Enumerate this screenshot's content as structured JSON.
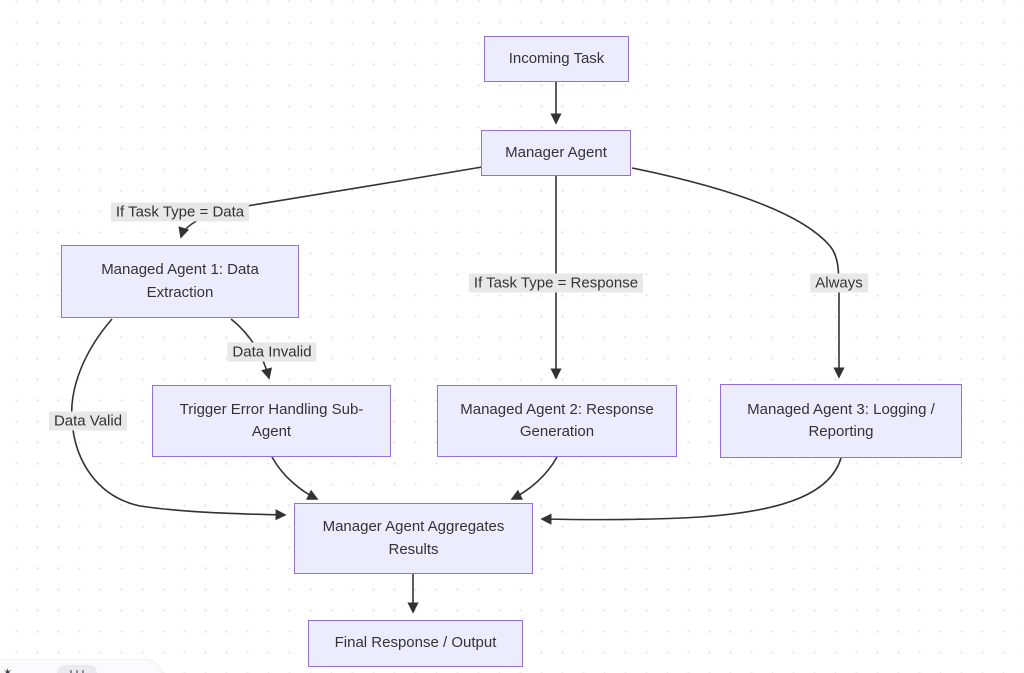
{
  "diagram": {
    "nodes": {
      "incoming_task": {
        "label": "Incoming Task"
      },
      "manager_agent": {
        "label": "Manager Agent"
      },
      "managed_agent_1": {
        "label": "Managed Agent 1: Data Extraction"
      },
      "trigger_error": {
        "label": "Trigger Error Handling Sub-Agent"
      },
      "managed_agent_2": {
        "label": "Managed Agent 2: Response Generation"
      },
      "managed_agent_3": {
        "label": "Managed Agent 3: Logging / Reporting"
      },
      "aggregates": {
        "label": "Manager Agent Aggregates Results"
      },
      "final_output": {
        "label": "Final Response / Output"
      }
    },
    "edges": [
      {
        "from": "incoming_task",
        "to": "manager_agent",
        "label": ""
      },
      {
        "from": "manager_agent",
        "to": "managed_agent_1",
        "label": "If Task Type = Data"
      },
      {
        "from": "manager_agent",
        "to": "managed_agent_2",
        "label": "If Task Type = Response"
      },
      {
        "from": "manager_agent",
        "to": "managed_agent_3",
        "label": "Always"
      },
      {
        "from": "managed_agent_1",
        "to": "aggregates",
        "label": "Data Valid"
      },
      {
        "from": "managed_agent_1",
        "to": "trigger_error",
        "label": "Data Invalid"
      },
      {
        "from": "trigger_error",
        "to": "aggregates",
        "label": ""
      },
      {
        "from": "managed_agent_2",
        "to": "aggregates",
        "label": ""
      },
      {
        "from": "managed_agent_3",
        "to": "aggregates",
        "label": ""
      },
      {
        "from": "aggregates",
        "to": "final_output",
        "label": ""
      }
    ],
    "edge_labels": {
      "data_branch": "If Task Type = Data",
      "response_branch": "If Task Type = Response",
      "always_branch": "Always",
      "data_valid": "Data Valid",
      "data_invalid": "Data Invalid"
    },
    "colors": {
      "node_fill": "#ECECFF",
      "node_border": "#9370DB",
      "node_text": "#333333",
      "edge_stroke": "#333333",
      "edge_label_bg": "#e8e8e8",
      "canvas_bg": "#ffffff",
      "canvas_dots": "#e9e9ed"
    }
  },
  "ui": {
    "floating_toolbar": {
      "icons": [
        "app-logo-icon",
        "drag-handle-icon"
      ]
    }
  }
}
